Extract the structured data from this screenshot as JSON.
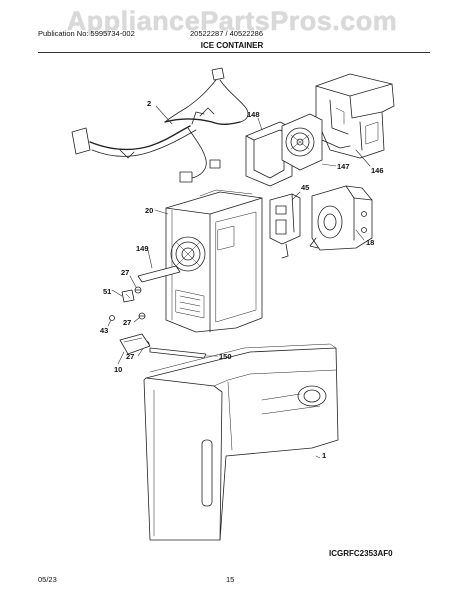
{
  "watermark": "AppliancePartsPros.com",
  "header": {
    "publication": "Publication No: 5995734-002",
    "models": "20522287 / 40522286",
    "title": "ICE CONTAINER"
  },
  "callouts": {
    "c2": "2",
    "c148": "148",
    "c146": "146",
    "c147": "147",
    "c45": "45",
    "c20": "20",
    "c18": "18",
    "c149": "149",
    "c27a": "27",
    "c51": "51",
    "c27b": "27",
    "c43": "43",
    "c27c": "27",
    "c150": "150",
    "c10": "10",
    "c1": "1"
  },
  "diagram_code": "ICGRFC2353AF0",
  "footer": {
    "date": "05/23",
    "page": "15"
  }
}
